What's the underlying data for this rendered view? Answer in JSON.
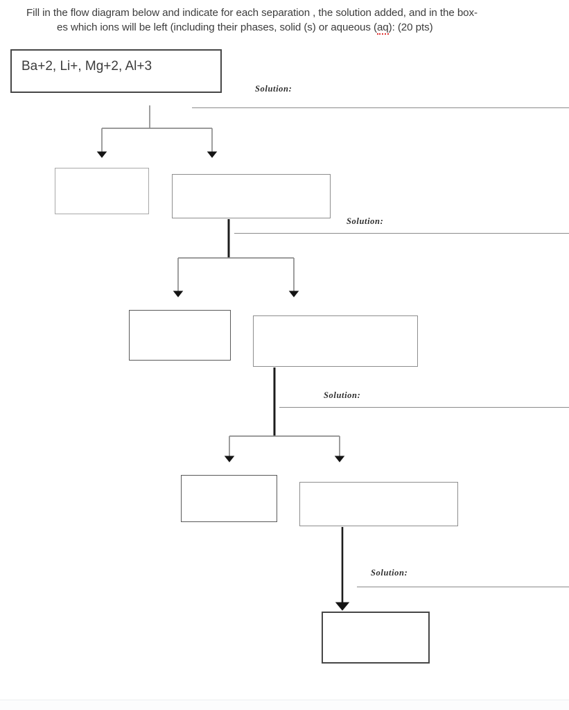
{
  "document": {
    "title": "Fill in the flow diagram worksheet",
    "prompt_line_1": "Fill in the flow diagram below and indicate for each separation , the solution added, and in the box-",
    "prompt_line_2_a": "es which ions will be left (including their phases, solid (s) or aqueous (",
    "prompt_line_2_misspelled": "aq",
    "prompt_line_2_b": "): (20 pts)",
    "points": "20 pts"
  },
  "diagram": {
    "root_box": {
      "label": "Ba+2, Li+, Mg+2, Al+3",
      "ions": [
        "Ba+2",
        "Li+",
        "Mg+2",
        "Al+3"
      ]
    },
    "solutions": [
      {
        "label": "Solution:",
        "value": ""
      },
      {
        "label": "Solution:",
        "value": ""
      },
      {
        "label": "Solution:",
        "value": ""
      },
      {
        "label": "Solution:",
        "value": ""
      }
    ],
    "answer_boxes": [
      {
        "id": "level1-left",
        "value": ""
      },
      {
        "id": "level1-right",
        "value": ""
      },
      {
        "id": "level2-left",
        "value": ""
      },
      {
        "id": "level2-right",
        "value": ""
      },
      {
        "id": "level3-left",
        "value": ""
      },
      {
        "id": "level3-right",
        "value": ""
      },
      {
        "id": "level4-final",
        "value": ""
      }
    ]
  },
  "colors": {
    "text": "#3c3c3c",
    "box_border_light": "#a8a8a8",
    "box_border_dark": "#464646",
    "connector": "#7d7d7d",
    "connector_dark": "#1a1a1a",
    "rule": "#8a8a8a",
    "spell_error": "#e03030"
  }
}
